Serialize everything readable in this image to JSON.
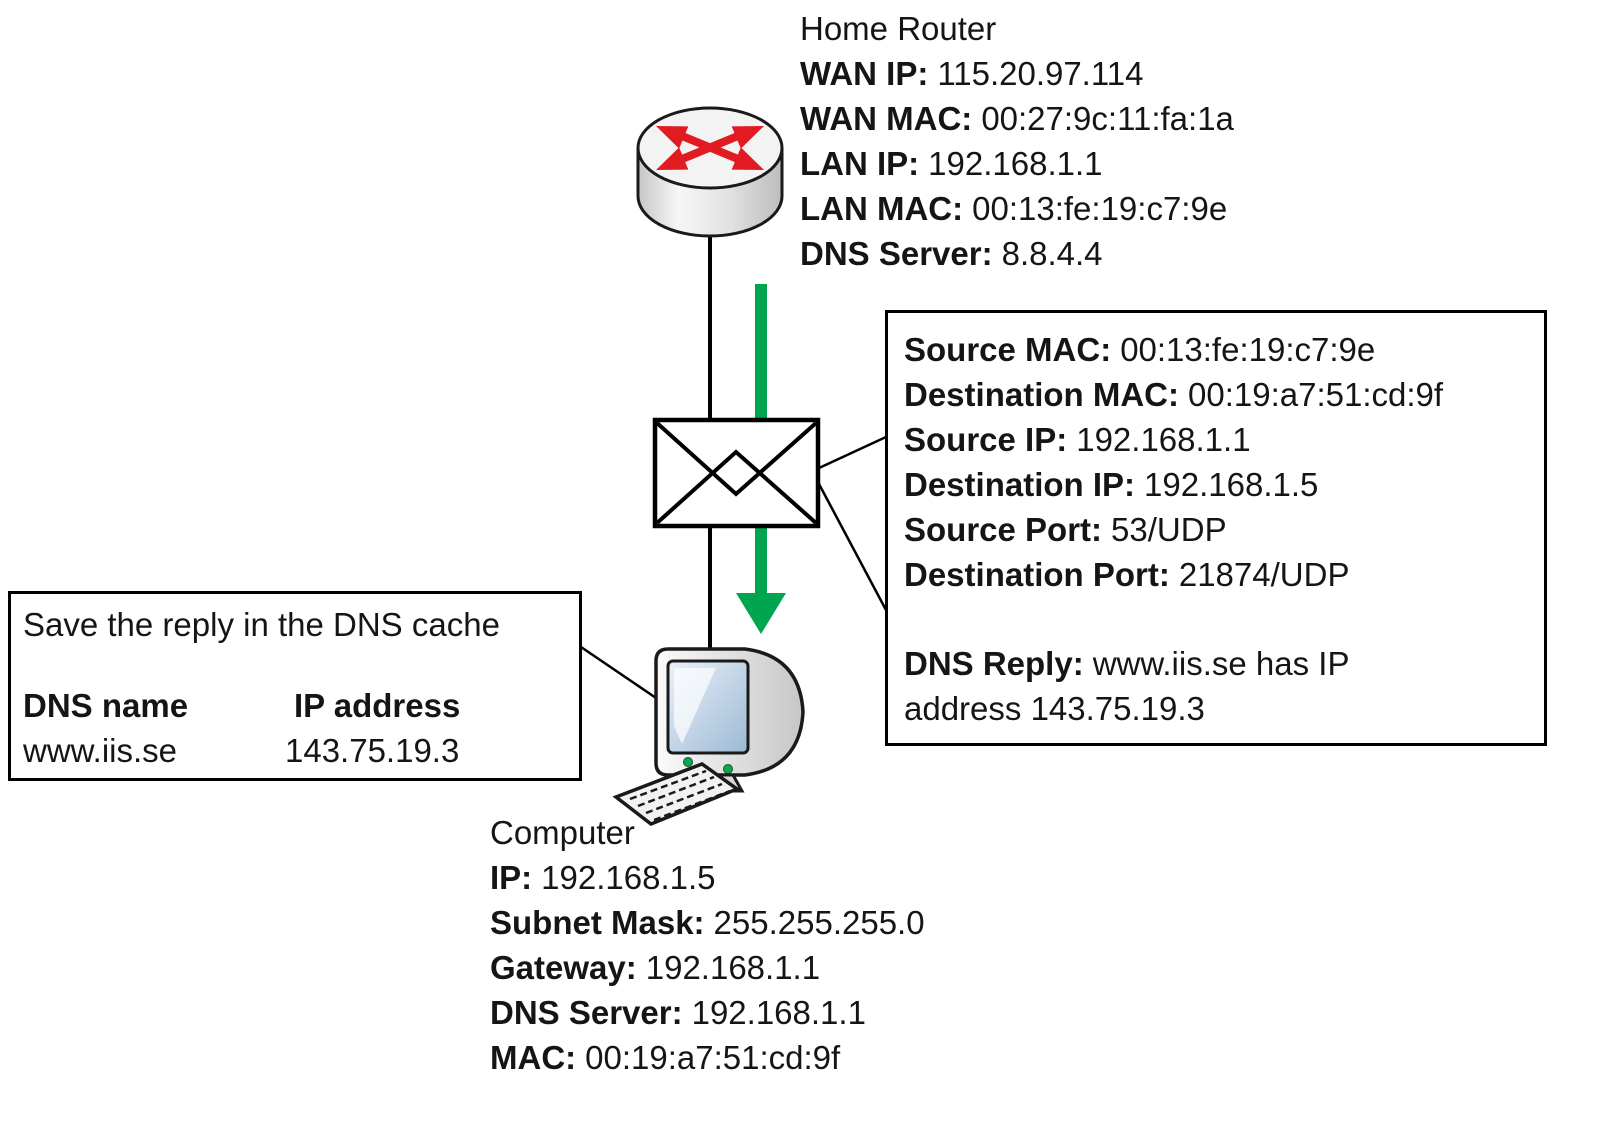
{
  "router": {
    "title": "Home Router",
    "fields": [
      {
        "label": "WAN IP:",
        "value": "115.20.97.114"
      },
      {
        "label": "WAN MAC:",
        "value": "00:27:9c:11:fa:1a"
      },
      {
        "label": "LAN IP:",
        "value": "192.168.1.1"
      },
      {
        "label": "LAN MAC:",
        "value": "00:13:fe:19:c7:9e"
      },
      {
        "label": "DNS Server:",
        "value": "8.8.4.4"
      }
    ]
  },
  "packet": {
    "fields": [
      {
        "label": "Source MAC:",
        "value": "00:13:fe:19:c7:9e"
      },
      {
        "label": "Destination MAC:",
        "value": "00:19:a7:51:cd:9f"
      },
      {
        "label": "Source IP:",
        "value": "192.168.1.1"
      },
      {
        "label": "Destination IP:",
        "value": "192.168.1.5"
      },
      {
        "label": "Source Port:",
        "value": "53/UDP"
      },
      {
        "label": "Destination Port:",
        "value": "21874/UDP"
      }
    ],
    "reply_label": "DNS Reply:",
    "reply_value": "www.iis.se has IP address 143.75.19.3"
  },
  "dns_cache": {
    "title": "Save the reply in the DNS cache",
    "headers": [
      "DNS name",
      "IP address"
    ],
    "rows": [
      [
        "www.iis.se",
        "143.75.19.3"
      ]
    ]
  },
  "computer": {
    "title": "Computer",
    "fields": [
      {
        "label": "IP:",
        "value": "192.168.1.5"
      },
      {
        "label": "Subnet Mask:",
        "value": "255.255.255.0"
      },
      {
        "label": "Gateway:",
        "value": "192.168.1.1"
      },
      {
        "label": "DNS Server:",
        "value": "192.168.1.1"
      },
      {
        "label": "MAC:",
        "value": "00:19:a7:51:cd:9f"
      }
    ]
  },
  "colors": {
    "flow_arrow_green": "#00A64F",
    "router_arrow_red": "#E11B22",
    "line_black": "#000000"
  },
  "icons": {
    "router": "router-icon",
    "packet": "envelope-icon",
    "computer": "computer-icon",
    "flow": "down-arrow-icon"
  }
}
